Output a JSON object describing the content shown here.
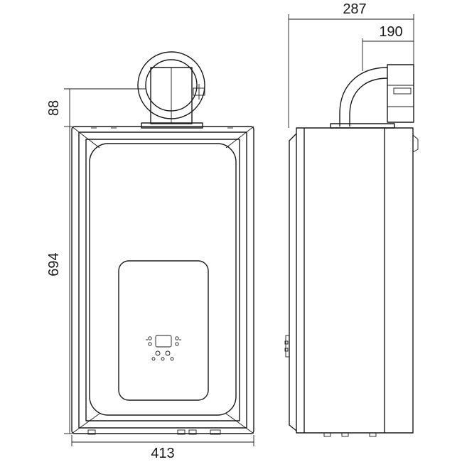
{
  "dimensions": {
    "flue_height": "88",
    "body_height": "694",
    "width": "413",
    "depth_total": "287",
    "depth_flue": "190"
  },
  "colors": {
    "line": "#1a1a1a",
    "background": "#ffffff"
  }
}
